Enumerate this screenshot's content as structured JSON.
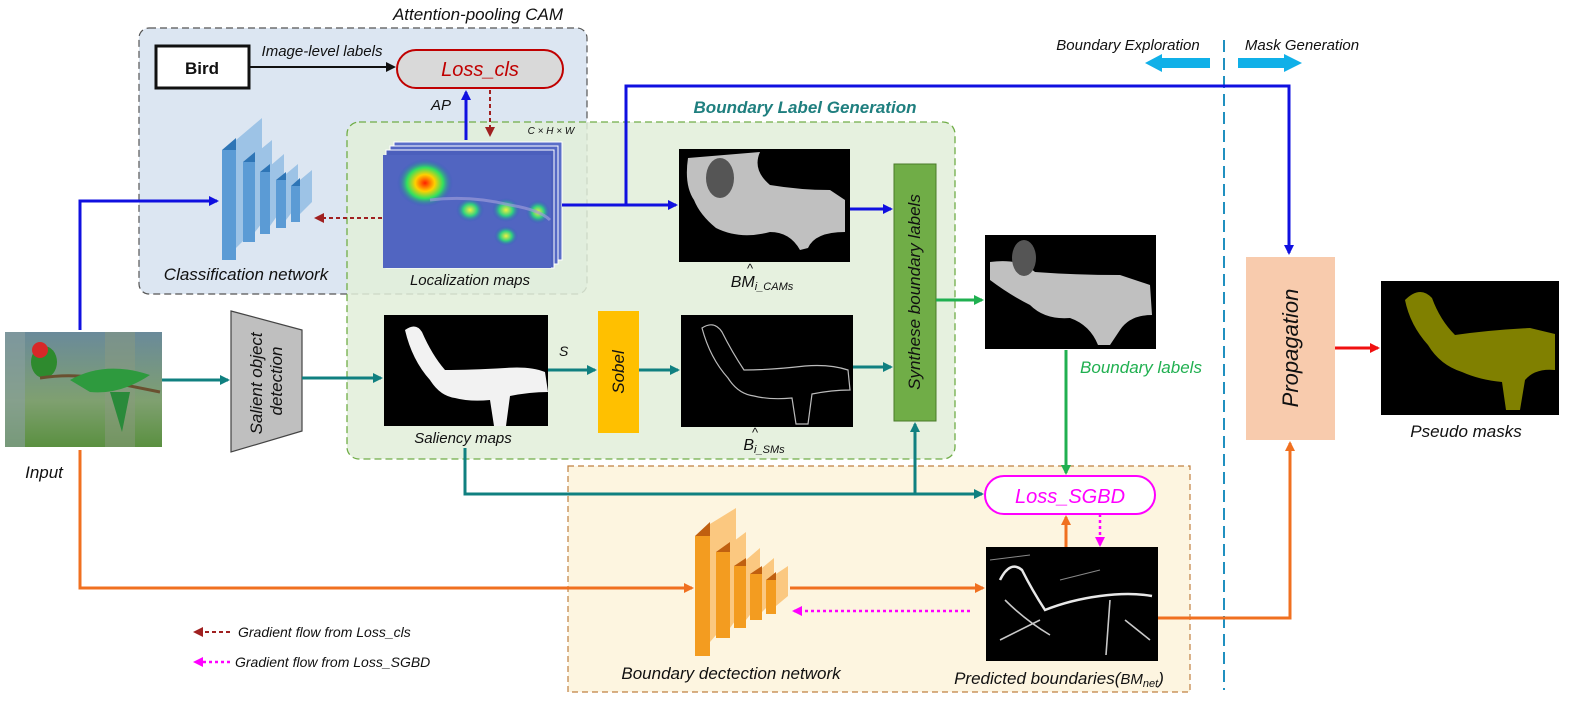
{
  "title": "Attention-pooling CAM",
  "regions": {
    "boundary_label_generation": "Boundary Label Generation",
    "boundary_exploration": "Boundary Exploration",
    "mask_generation": "Mask Generation"
  },
  "nodes": {
    "bird": "Bird",
    "image_level_labels": "Image-level labels",
    "loss_cls": "Loss_cls",
    "ap": "AP",
    "chw": "C × H × W",
    "classification_network": "Classification network",
    "localization_maps": "Localization maps",
    "input": "Input",
    "salient_line1": "Salient object",
    "salient_line2": "detection",
    "saliency_maps": "Saliency maps",
    "s": "S",
    "sobel": "Sobel",
    "synthese": "Synthese boundary labels",
    "bm_cams_base": "BM",
    "bm_cams_sub": "i_CAMs",
    "b_sms_base": "B",
    "b_sms_sub": "i_SMs",
    "boundary_labels": "Boundary labels",
    "loss_sgbd": "Loss_SGBD",
    "boundary_detection_network": "Boundary dectection network",
    "predicted_boundaries": "Predicted boundaries(",
    "bm_net_base": "BM",
    "bm_net_sub": "net",
    "bm_net_close": ")",
    "propagation": "Propagation",
    "pseudo_masks": "Pseudo masks"
  },
  "legend": {
    "cls": "Gradient flow from Loss_cls",
    "sgbd": "Gradient flow from Loss_SGBD"
  },
  "colors": {
    "blue": "#1010e0",
    "teal": "#108080",
    "green": "#20b050",
    "orange": "#f07020",
    "magenta": "#ff00ff",
    "darkred": "#a02020",
    "cyan": "#10b0e8",
    "sobel": "#ffc000",
    "synthese": "#70ad47",
    "propagation": "#f8cbad"
  }
}
